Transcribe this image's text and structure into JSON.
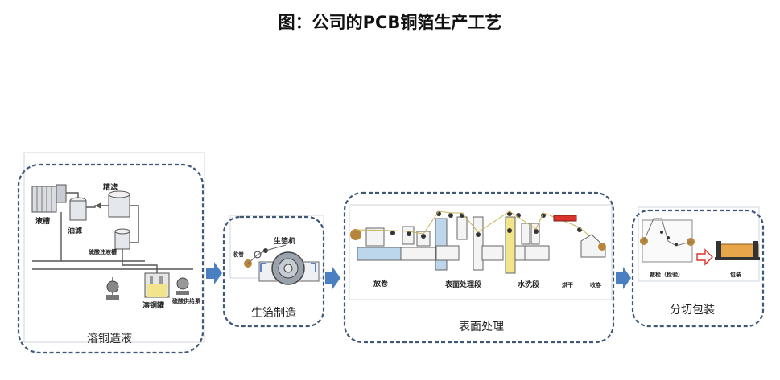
{
  "title": "图：公司的PCB铜箔生产工艺",
  "stages": [
    {
      "name": "溶铜造液",
      "labels": {
        "fine_filter": "精滤",
        "liquid_tank": "液槽",
        "oil_filter": "油滤",
        "small_tank": "硫酸注液槽",
        "dissolve_tank": "溶铜罐",
        "pump": "硫酸供给泵"
      }
    },
    {
      "name": "生箔制造",
      "labels": {
        "machine": "生箔机",
        "winding": "收卷"
      }
    },
    {
      "name": "表面处理",
      "labels": {
        "unwind": "放卷",
        "surface_section": "表面处理段",
        "wash_section": "水洗段",
        "dry": "烘干",
        "rewind": "收卷"
      }
    },
    {
      "name": "分切包装",
      "labels": {
        "cut_inspect": "裁检（检验）",
        "pack": "包装"
      }
    }
  ],
  "colors": {
    "dash_border": "#3f5877",
    "arrow": "#4a7fc1",
    "line": "#555555",
    "roll": "#b8863b",
    "blue_tank": "#bcd6ec",
    "yellow_tank": "#f2e48a",
    "red_dryer": "#d9332b"
  }
}
